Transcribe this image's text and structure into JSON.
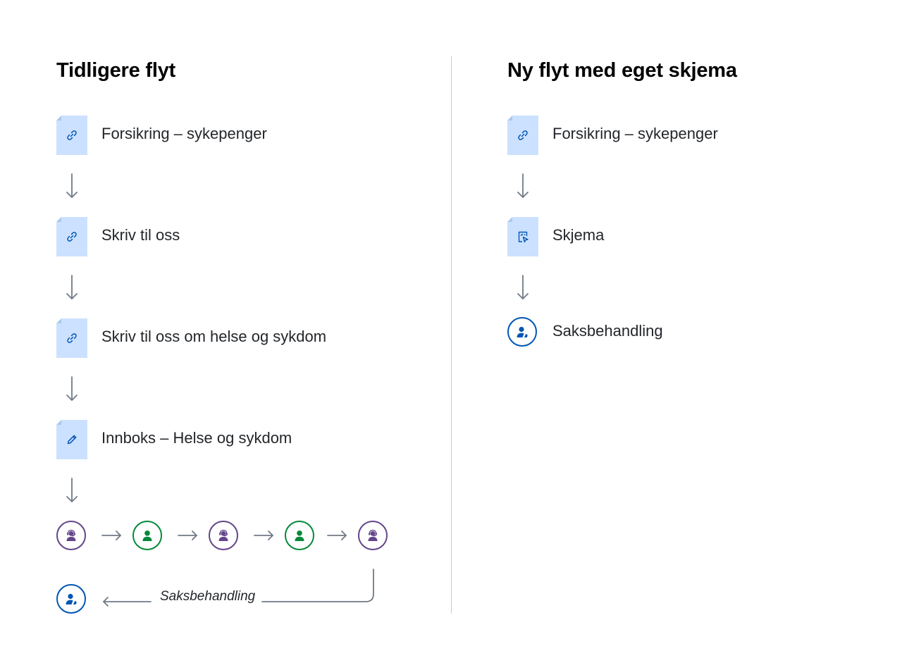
{
  "left": {
    "heading": "Tidligere flyt",
    "steps": [
      {
        "label": "Forsikring – sykepenger",
        "icon": "link-icon"
      },
      {
        "label": "Skriv til oss",
        "icon": "link-icon"
      },
      {
        "label": "Skriv til oss om helse og sykdom",
        "icon": "link-icon"
      },
      {
        "label": "Innboks – Helse og sykdom",
        "icon": "pencil-icon"
      }
    ],
    "handlers": [
      "agent-headset-icon",
      "person-icon",
      "agent-headset-icon",
      "person-icon",
      "agent-headset-icon"
    ],
    "return_label": "Saksbehandling",
    "final_icon": "caseworker-icon"
  },
  "right": {
    "heading": "Ny flyt med eget skjema",
    "steps": [
      {
        "label": "Forsikring – sykepenger",
        "icon": "link-icon"
      },
      {
        "label": "Skjema",
        "icon": "form-icon"
      }
    ],
    "final": {
      "label": "Saksbehandling",
      "icon": "caseworker-icon"
    }
  },
  "colors": {
    "doc_fill": "#cce1ff",
    "icon_blue": "#0056b4",
    "agent_purple": "#634689",
    "user_green": "#06893a",
    "arrow_gray": "#707a85",
    "divider": "#c6cbd1"
  }
}
